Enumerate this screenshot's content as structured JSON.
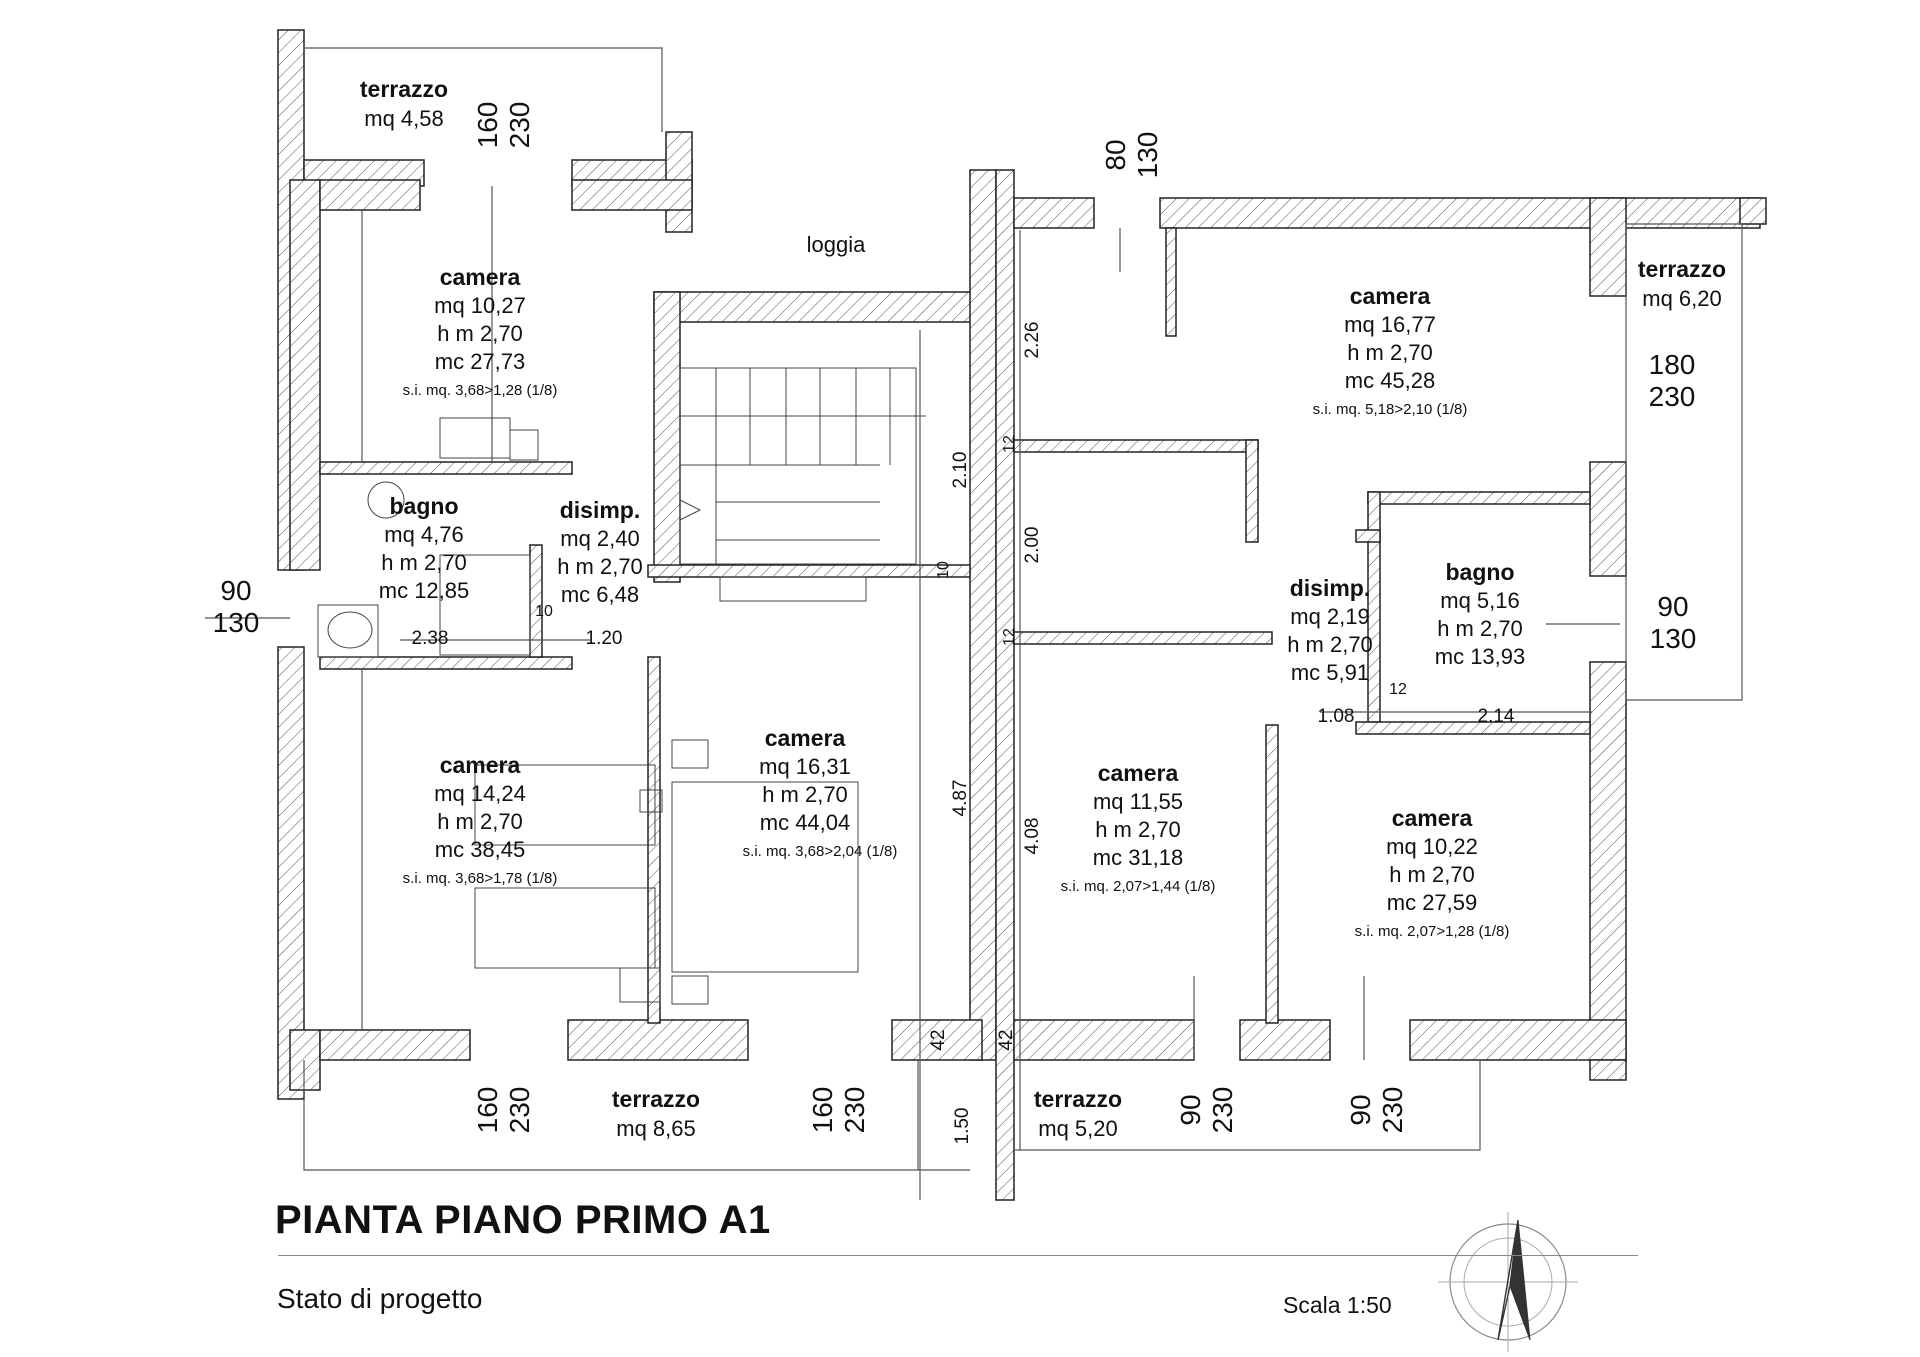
{
  "title": "PIANTA PIANO PRIMO A1",
  "subtitle": "Stato di progetto",
  "scale": "Scala 1:50",
  "rooms": [
    {
      "id": "terrazzo-nw",
      "name": "terrazzo",
      "lines": [
        "mq 4,58"
      ]
    },
    {
      "id": "loggia",
      "name": "loggia",
      "lines": []
    },
    {
      "id": "camera-nw",
      "name": "camera",
      "lines": [
        "mq 10,27",
        "h m 2,70",
        "mc 27,73"
      ],
      "note": "s.i. mq. 3,68>1,28 (1/8)"
    },
    {
      "id": "bagno-w",
      "name": "bagno",
      "lines": [
        "mq 4,76",
        "h m 2,70",
        "mc 12,85"
      ]
    },
    {
      "id": "disimp-w",
      "name": "disimp.",
      "lines": [
        "mq 2,40",
        "h m 2,70",
        "mc 6,48"
      ]
    },
    {
      "id": "camera-sw",
      "name": "camera",
      "lines": [
        "mq 14,24",
        "h m 2,70",
        "mc 38,45"
      ],
      "note": "s.i. mq. 3,68>1,78 (1/8)"
    },
    {
      "id": "camera-sc",
      "name": "camera",
      "lines": [
        "mq 16,31",
        "h m 2,70",
        "mc 44,04"
      ],
      "note": "s.i. mq. 3,68>2,04 (1/8)"
    },
    {
      "id": "terrazzo-s",
      "name": "terrazzo",
      "lines": [
        "mq 8,65"
      ]
    },
    {
      "id": "camera-ne",
      "name": "camera",
      "lines": [
        "mq 16,77",
        "h m 2,70",
        "mc 45,28"
      ],
      "note": "s.i. mq. 5,18>2,10 (1/8)"
    },
    {
      "id": "terrazzo-e",
      "name": "terrazzo",
      "lines": [
        "mq 6,20"
      ]
    },
    {
      "id": "bagno-e",
      "name": "bagno",
      "lines": [
        "mq 5,16",
        "h m 2,70",
        "mc 13,93"
      ]
    },
    {
      "id": "disimp-e",
      "name": "disimp.",
      "lines": [
        "mq 2,19",
        "h m 2,70",
        "mc 5,91"
      ]
    },
    {
      "id": "camera-sec",
      "name": "camera",
      "lines": [
        "mq 11,55",
        "h m 2,70",
        "mc 31,18"
      ],
      "note": "s.i. mq. 2,07>1,44 (1/8)"
    },
    {
      "id": "camera-se",
      "name": "camera",
      "lines": [
        "mq 10,22",
        "h m 2,70",
        "mc 27,59"
      ],
      "note": "s.i. mq. 2,07>1,28 (1/8)"
    },
    {
      "id": "terrazzo-se",
      "name": "terrazzo",
      "lines": [
        "mq 5,20"
      ]
    }
  ],
  "openings": [
    {
      "id": "open-nw",
      "width": "160",
      "height": "230"
    },
    {
      "id": "open-n",
      "width": "80",
      "height": "130"
    },
    {
      "id": "open-e",
      "width": "180",
      "height": "230"
    },
    {
      "id": "open-w",
      "width": "90",
      "height": "130"
    },
    {
      "id": "open-bagno-e",
      "width": "90",
      "height": "130"
    },
    {
      "id": "open-s1",
      "width": "160",
      "height": "230"
    },
    {
      "id": "open-s2",
      "width": "160",
      "height": "230"
    },
    {
      "id": "open-s3",
      "width": "90",
      "height": "230"
    },
    {
      "id": "open-s4",
      "width": "90",
      "height": "230"
    }
  ],
  "dimensions": [
    "2.26",
    "2.10",
    "12",
    "2.00",
    "12",
    "10",
    "4.87",
    "4.08",
    "42",
    "42",
    "1.50",
    "10",
    "2.38",
    "1.20",
    "1.08",
    "12",
    "2.14"
  ]
}
